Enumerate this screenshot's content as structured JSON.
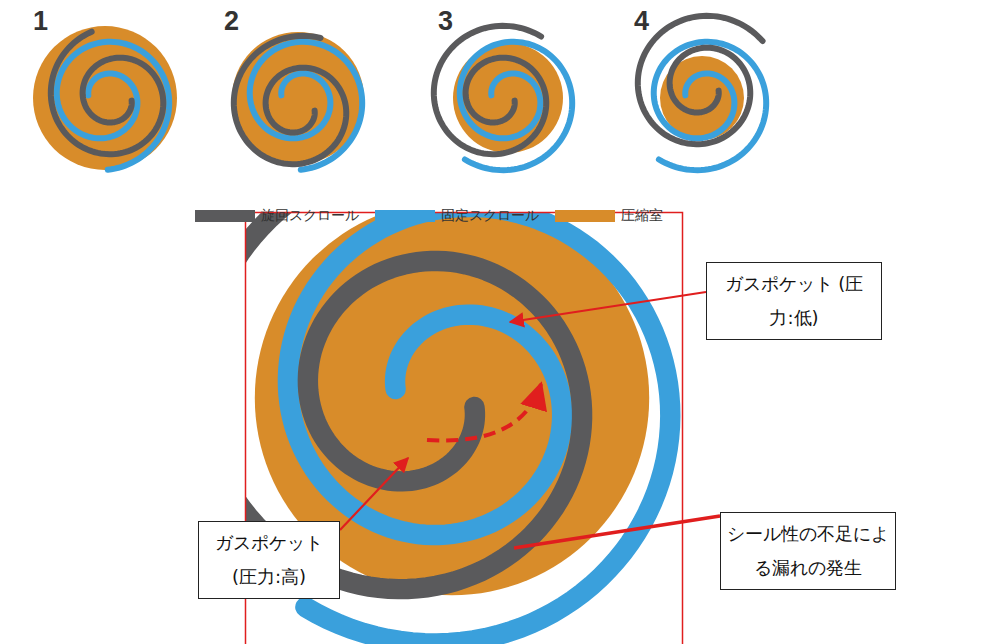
{
  "diagram": {
    "nodes": [
      {
        "text": [
          "ガスポケット (圧力:低)"
        ]
      },
      {
        "text": [
          "ガスポケット (圧力:高)"
        ]
      },
      {
        "text": [
          "シール性の不足による漏れの発生"
        ]
      }
    ],
    "labels": [
      "1",
      "2",
      "3",
      "4"
    ],
    "legend": [
      {
        "text": "旋回スクロール",
        "color": "#5a5a5c"
      },
      {
        "text": "固定スクロール",
        "color": "#3aa0dc"
      },
      {
        "text": "圧縮室",
        "color": "#d88c2a"
      }
    ]
  }
}
